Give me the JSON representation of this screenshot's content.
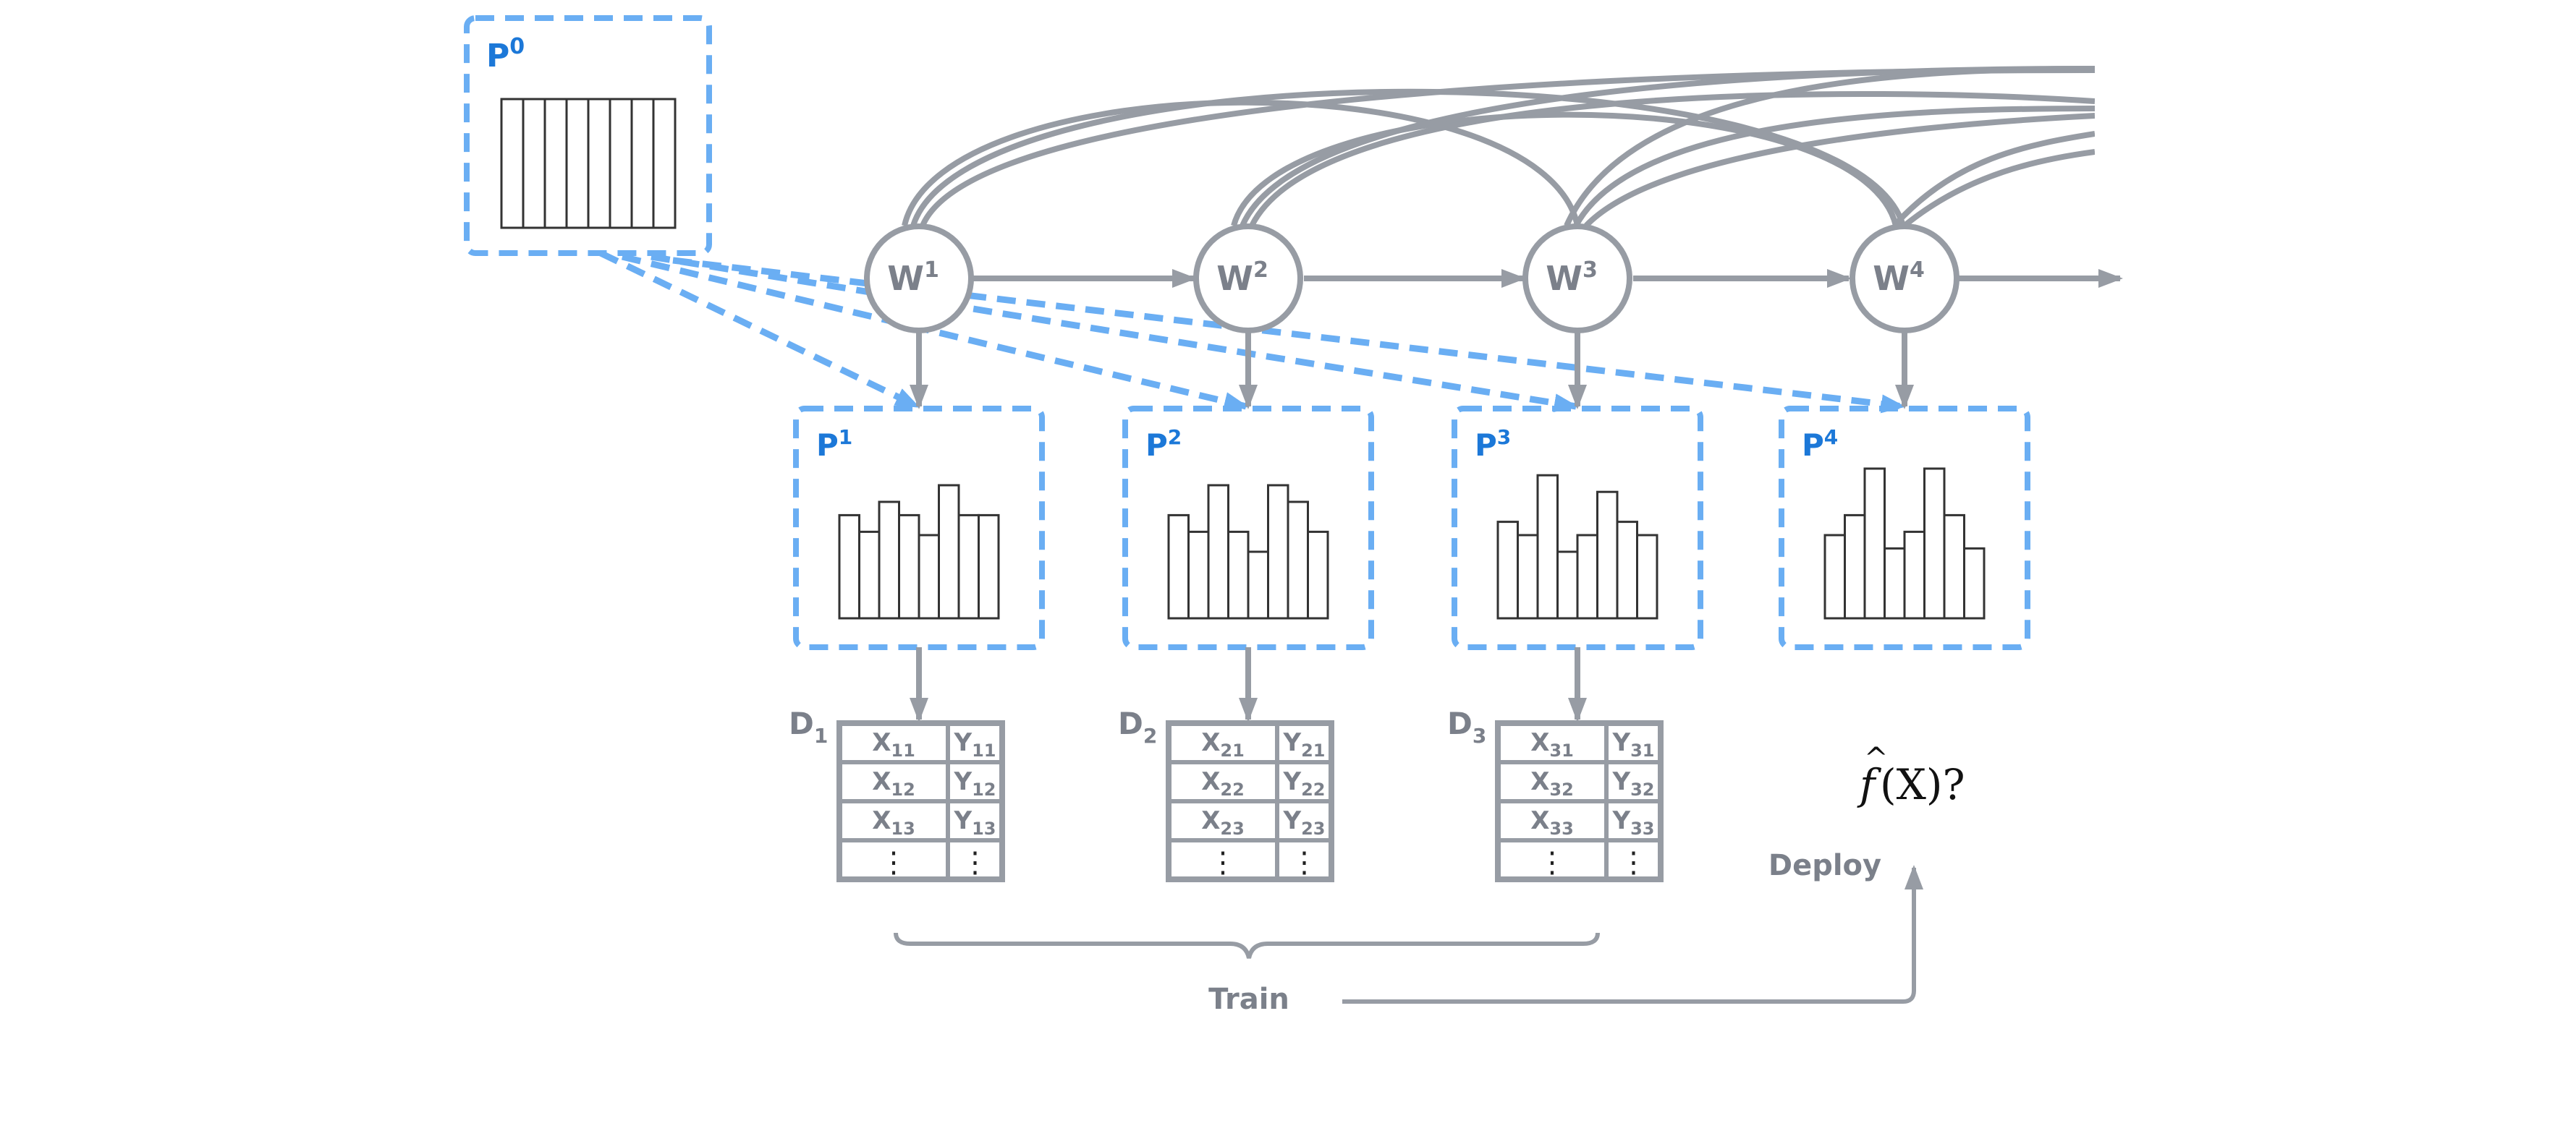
{
  "worlds": [
    {
      "label": "W",
      "sup": "1"
    },
    {
      "label": "W",
      "sup": "2"
    },
    {
      "label": "W",
      "sup": "3"
    },
    {
      "label": "W",
      "sup": "4"
    }
  ],
  "prior": {
    "label": "P",
    "sup": "0",
    "bars": 8
  },
  "distributions": [
    {
      "label": "P",
      "sup": "1",
      "bars": [
        0.62,
        0.52,
        0.7,
        0.62,
        0.5,
        0.8,
        0.62,
        0.62
      ]
    },
    {
      "label": "P",
      "sup": "2",
      "bars": [
        0.62,
        0.52,
        0.8,
        0.52,
        0.4,
        0.8,
        0.7,
        0.52
      ]
    },
    {
      "label": "P",
      "sup": "3",
      "bars": [
        0.58,
        0.5,
        0.86,
        0.4,
        0.5,
        0.76,
        0.58,
        0.5
      ]
    },
    {
      "label": "P",
      "sup": "4",
      "bars": [
        0.5,
        0.62,
        0.9,
        0.42,
        0.52,
        0.9,
        0.62,
        0.42
      ]
    }
  ],
  "datasets": [
    {
      "label": "D",
      "sub": "1",
      "rows": [
        [
          "X",
          "11",
          "Y",
          "11"
        ],
        [
          "X",
          "12",
          "Y",
          "12"
        ],
        [
          "X",
          "13",
          "Y",
          "13"
        ]
      ],
      "ellipsis": "⋮"
    },
    {
      "label": "D",
      "sub": "2",
      "rows": [
        [
          "X",
          "21",
          "Y",
          "21"
        ],
        [
          "X",
          "22",
          "Y",
          "22"
        ],
        [
          "X",
          "23",
          "Y",
          "23"
        ]
      ],
      "ellipsis": "⋮"
    },
    {
      "label": "D",
      "sub": "3",
      "rows": [
        [
          "X",
          "31",
          "Y",
          "31"
        ],
        [
          "X",
          "32",
          "Y",
          "32"
        ],
        [
          "X",
          "33",
          "Y",
          "33"
        ]
      ],
      "ellipsis": "⋮"
    }
  ],
  "captions": {
    "train": "Train",
    "deploy": "Deploy"
  },
  "query": {
    "f": "f",
    "hat": "^",
    "arg": "(X)?"
  },
  "colors": {
    "gray": "#979ca4",
    "blue_dashed": "#6aaef3",
    "blue_label": "#1c78d8",
    "bar_stroke": "#333333"
  }
}
